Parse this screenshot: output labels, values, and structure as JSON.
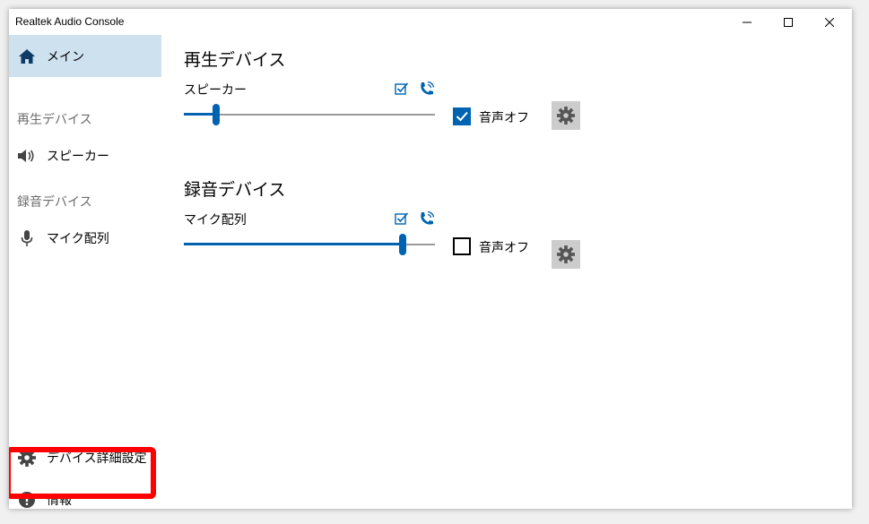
{
  "window": {
    "title": "Realtek Audio Console",
    "controls": [
      "minimize-icon",
      "maximize-icon",
      "close-icon"
    ]
  },
  "sidebar": {
    "main_item": {
      "label": "メイン",
      "icon": "home-icon",
      "selected": true
    },
    "playback_section": "再生デバイス",
    "speaker_item": {
      "label": "スピーカー",
      "icon": "speaker-icon"
    },
    "recording_section": "録音デバイス",
    "mic_item": {
      "label": "マイク配列",
      "icon": "microphone-icon"
    },
    "advanced_item": {
      "label": "デバイス詳細設定",
      "icon": "gear-icon",
      "highlighted": true
    },
    "info_item": {
      "label": "情報",
      "icon": "info-icon"
    }
  },
  "main": {
    "playback": {
      "title": "再生デバイス",
      "device": "スピーカー",
      "volume_fraction": 0.13,
      "mute_label": "音声オフ",
      "muted": true,
      "icons": [
        "default-device-check-icon",
        "communication-phone-icon",
        "settings-gear-icon"
      ]
    },
    "recording": {
      "title": "録音デバイス",
      "device": "マイク配列",
      "volume_fraction": 0.87,
      "mute_label": "音声オフ",
      "muted": false,
      "icons": [
        "default-device-check-icon",
        "communication-phone-icon",
        "settings-gear-icon"
      ]
    }
  },
  "colors": {
    "accent": "#0063b1",
    "selected_nav": "#cde1ef",
    "highlight_border": "#ff0000",
    "gear_button": "#cccccc"
  }
}
